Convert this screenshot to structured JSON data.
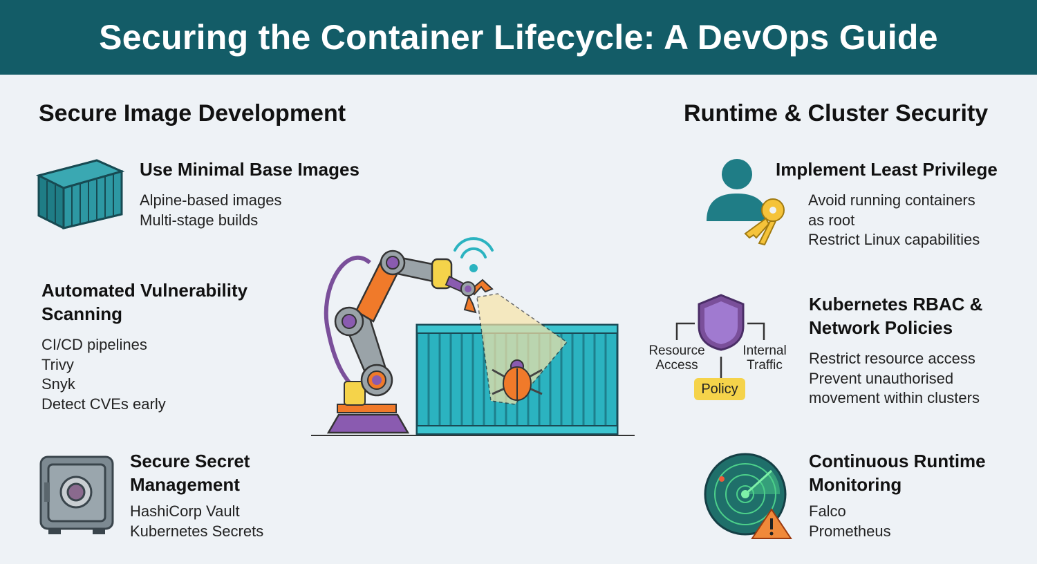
{
  "title": "Securing the Container Lifecycle: A DevOps Guide",
  "left": {
    "heading": "Secure Image Development",
    "items": [
      {
        "title": "Use Minimal Base Images",
        "lines": [
          "Alpine-based images",
          "Multi-stage builds"
        ],
        "icon": "shipping-container-icon"
      },
      {
        "title_lines": [
          "Automated Vulnerability",
          "Scanning"
        ],
        "lines": [
          "CI/CD pipelines",
          "Trivy",
          "Snyk",
          "Detect CVEs early"
        ]
      },
      {
        "title_lines": [
          "Secure Secret",
          "Management"
        ],
        "lines": [
          "HashiCorp Vault",
          "Kubernetes Secrets"
        ],
        "icon": "safe-icon"
      }
    ]
  },
  "right": {
    "heading": "Runtime & Cluster Security",
    "items": [
      {
        "title": "Implement Least Privilege",
        "lines": [
          "Avoid running containers",
          "as root",
          "Restrict Linux capabilities"
        ],
        "icon": "user-key-icon"
      },
      {
        "title_lines": [
          "Kubernetes RBAC &",
          "Network Policies"
        ],
        "lines": [
          "Restrict resource access",
          "Prevent unauthorised",
          "movement within clusters"
        ],
        "icon": "shield-icon"
      },
      {
        "title_lines": [
          "Continuous Runtime",
          "Monitoring"
        ],
        "lines": [
          "Falco",
          "Prometheus"
        ],
        "icon": "radar-icon"
      }
    ]
  },
  "policy_diagram": {
    "left_label": [
      "Resource",
      "Access"
    ],
    "right_label": [
      "Internal",
      "Traffic"
    ],
    "center_label": "Policy"
  },
  "colors": {
    "header": "#135c67",
    "container": "#2bb3c0",
    "orange": "#f07a2a",
    "purple": "#8a5bb0",
    "yellow": "#f5d34a"
  }
}
